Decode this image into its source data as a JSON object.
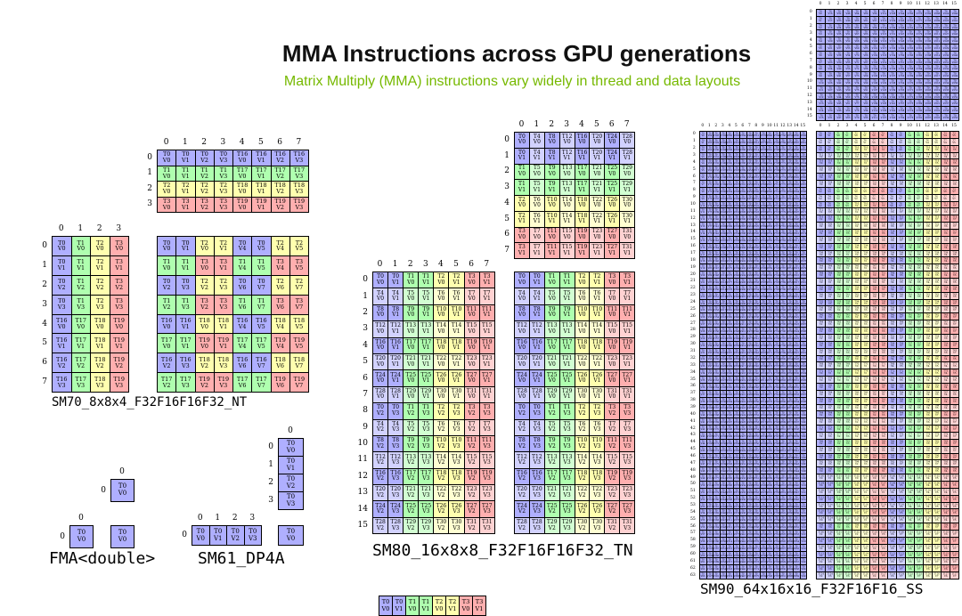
{
  "title": "MMA Instructions across GPU generations",
  "subtitle": "Matrix Multiply (MMA) instructions vary widely in thread and data layouts",
  "subtitle_color": "#76b900",
  "palette": [
    "#afafff",
    "#afffaf",
    "#ffffaf",
    "#ffafaf",
    "#d2d2ff",
    "#d2ffd2",
    "#ffffd2",
    "#ffd2d2"
  ],
  "diagrams": {
    "sm70": {
      "name": "SM70_8x8x4_F32F16F16F32_NT",
      "b": {
        "col_labels": [
          0,
          1,
          2,
          3,
          4,
          5,
          6,
          7
        ],
        "row_labels": [
          0,
          1,
          2,
          3
        ],
        "cells": [
          [
            "T0 V0",
            "T0 V1",
            "T0 V2",
            "T0 V3",
            "T16 V0",
            "T16 V1",
            "T16 V2",
            "T16 V3"
          ],
          [
            "T1 V0",
            "T1 V1",
            "T1 V2",
            "T1 V3",
            "T17 V0",
            "T17 V1",
            "T17 V2",
            "T17 V3"
          ],
          [
            "T2 V0",
            "T2 V1",
            "T2 V2",
            "T2 V3",
            "T18 V0",
            "T18 V1",
            "T18 V2",
            "T18 V3"
          ],
          [
            "T3 V0",
            "T3 V1",
            "T3 V2",
            "T3 V3",
            "T19 V0",
            "T19 V1",
            "T19 V2",
            "T19 V3"
          ]
        ]
      },
      "a": {
        "col_labels": [
          0,
          1,
          2,
          3
        ],
        "row_labels": [
          0,
          1,
          2,
          3,
          4,
          5,
          6,
          7
        ],
        "cells": [
          [
            "T0 V0",
            "T1 V0",
            "T2 V0",
            "T3 V0"
          ],
          [
            "T0 V1",
            "T1 V1",
            "T2 V1",
            "T3 V1"
          ],
          [
            "T0 V2",
            "T1 V2",
            "T2 V2",
            "T3 V2"
          ],
          [
            "T0 V3",
            "T1 V3",
            "T2 V3",
            "T3 V3"
          ],
          [
            "T16 V0",
            "T17 V0",
            "T18 V0",
            "T19 V0"
          ],
          [
            "T16 V1",
            "T17 V1",
            "T18 V1",
            "T19 V1"
          ],
          [
            "T16 V2",
            "T17 V2",
            "T18 V2",
            "T19 V2"
          ],
          [
            "T16 V3",
            "T17 V3",
            "T18 V3",
            "T19 V3"
          ]
        ]
      },
      "c": {
        "cells": [
          [
            "T0 V0",
            "T0 V1",
            "T2 V0",
            "T2 V1",
            "T0 V4",
            "T0 V5",
            "T2 V4",
            "T2 V5"
          ],
          [
            "T1 V0",
            "T1 V1",
            "T3 V0",
            "T3 V1",
            "T1 V4",
            "T1 V5",
            "T3 V4",
            "T3 V5"
          ],
          [
            "T0 V2",
            "T0 V3",
            "T2 V2",
            "T2 V3",
            "T0 V6",
            "T0 V7",
            "T2 V6",
            "T2 V7"
          ],
          [
            "T1 V2",
            "T1 V3",
            "T3 V2",
            "T3 V3",
            "T1 V6",
            "T1 V7",
            "T3 V6",
            "T3 V7"
          ],
          [
            "T16 V0",
            "T16 V1",
            "T18 V0",
            "T18 V1",
            "T16 V4",
            "T16 V5",
            "T18 V4",
            "T18 V5"
          ],
          [
            "T17 V0",
            "T17 V1",
            "T19 V0",
            "T19 V1",
            "T17 V4",
            "T17 V5",
            "T19 V4",
            "T19 V5"
          ],
          [
            "T16 V2",
            "T16 V3",
            "T18 V2",
            "T18 V3",
            "T16 V6",
            "T16 V7",
            "T18 V6",
            "T18 V7"
          ],
          [
            "T17 V2",
            "T17 V3",
            "T19 V2",
            "T19 V3",
            "T17 V6",
            "T17 V7",
            "T19 V6",
            "T19 V7"
          ]
        ]
      }
    },
    "fma": {
      "name": "FMA<double>",
      "b": {
        "col_labels": [
          0
        ],
        "row_labels": [
          0
        ],
        "cells": [
          [
            "T0 V0"
          ]
        ]
      },
      "a": {
        "col_labels": [
          0
        ],
        "row_labels": [
          0
        ],
        "cells": [
          [
            "T0 V0"
          ]
        ]
      },
      "c": {
        "cells": [
          [
            "T0 V0"
          ]
        ]
      }
    },
    "sm61": {
      "name": "SM61_DP4A",
      "b": {
        "col_labels": [
          0
        ],
        "row_labels": [
          0,
          1,
          2,
          3
        ],
        "cells": [
          [
            "T0 V0"
          ],
          [
            "T0 V1"
          ],
          [
            "T0 V2"
          ],
          [
            "T0 V3"
          ]
        ]
      },
      "a": {
        "col_labels": [
          0,
          1,
          2,
          3
        ],
        "row_labels": [
          0
        ],
        "cells": [
          [
            "T0 V0",
            "T0 V1",
            "T0 V2",
            "T0 V3"
          ]
        ]
      },
      "c": {
        "cells": [
          [
            "T0 V0"
          ]
        ]
      }
    },
    "sm80": {
      "name": "SM80_16x8x8_F32F16F16F32_TN",
      "b": {
        "col_labels": [
          0,
          1,
          2,
          3,
          4,
          5,
          6,
          7
        ],
        "row_labels": [
          0,
          1,
          2,
          3,
          4,
          5,
          6,
          7
        ],
        "cells": [
          [
            "T0 V0",
            "T4 V0",
            "T8 V0",
            "T12 V0",
            "T16 V0",
            "T20 V0",
            "T24 V0",
            "T28 V0"
          ],
          [
            "T0 V1",
            "T4 V1",
            "T8 V1",
            "T12 V1",
            "T16 V1",
            "T20 V1",
            "T24 V1",
            "T28 V1"
          ],
          [
            "T1 V0",
            "T5 V0",
            "T9 V0",
            "T13 V0",
            "T17 V0",
            "T21 V0",
            "T25 V0",
            "T29 V0"
          ],
          [
            "T1 V1",
            "T5 V1",
            "T9 V1",
            "T13 V1",
            "T17 V1",
            "T21 V1",
            "T25 V1",
            "T29 V1"
          ],
          [
            "T2 V0",
            "T6 V0",
            "T10 V0",
            "T14 V0",
            "T18 V0",
            "T22 V0",
            "T26 V0",
            "T30 V0"
          ],
          [
            "T2 V1",
            "T6 V1",
            "T10 V1",
            "T14 V1",
            "T18 V1",
            "T22 V1",
            "T26 V1",
            "T30 V1"
          ],
          [
            "T3 V0",
            "T7 V0",
            "T11 V0",
            "T15 V0",
            "T19 V0",
            "T23 V0",
            "T27 V0",
            "T31 V0"
          ],
          [
            "T3 V1",
            "T7 V1",
            "T11 V1",
            "T15 V1",
            "T19 V1",
            "T23 V1",
            "T27 V1",
            "T31 V1"
          ]
        ]
      },
      "a": {
        "col_labels": [
          0,
          1,
          2,
          3,
          4,
          5,
          6,
          7
        ],
        "row_labels": [
          0,
          1,
          2,
          3,
          4,
          5,
          6,
          7,
          8,
          9,
          10,
          11,
          12,
          13,
          14,
          15
        ],
        "cells": [
          [
            "T0 V0",
            "T0 V1",
            "T1 V0",
            "T1 V1",
            "T2 V0",
            "T2 V1",
            "T3 V0",
            "T3 V1"
          ],
          [
            "T4 V0",
            "T4 V1",
            "T5 V0",
            "T5 V1",
            "T6 V0",
            "T6 V1",
            "T7 V0",
            "T7 V1"
          ],
          [
            "T8 V0",
            "T8 V1",
            "T9 V0",
            "T9 V1",
            "T10 V0",
            "T10 V1",
            "T11 V0",
            "T11 V1"
          ],
          [
            "T12 V0",
            "T12 V1",
            "T13 V0",
            "T13 V1",
            "T14 V0",
            "T14 V1",
            "T15 V0",
            "T15 V1"
          ],
          [
            "T16 V0",
            "T16 V1",
            "T17 V0",
            "T17 V1",
            "T18 V0",
            "T18 V1",
            "T19 V0",
            "T19 V1"
          ],
          [
            "T20 V0",
            "T20 V1",
            "T21 V0",
            "T21 V1",
            "T22 V0",
            "T22 V1",
            "T23 V0",
            "T23 V1"
          ],
          [
            "T24 V0",
            "T24 V1",
            "T25 V0",
            "T25 V1",
            "T26 V0",
            "T26 V1",
            "T27 V0",
            "T27 V1"
          ],
          [
            "T28 V0",
            "T28 V1",
            "T29 V0",
            "T29 V1",
            "T30 V0",
            "T30 V1",
            "T31 V0",
            "T31 V1"
          ],
          [
            "T0 V2",
            "T0 V3",
            "T1 V2",
            "T1 V3",
            "T2 V2",
            "T2 V3",
            "T3 V2",
            "T3 V3"
          ],
          [
            "T4 V2",
            "T4 V3",
            "T5 V2",
            "T5 V3",
            "T6 V2",
            "T6 V3",
            "T7 V2",
            "T7 V3"
          ],
          [
            "T8 V2",
            "T8 V3",
            "T9 V2",
            "T9 V3",
            "T10 V2",
            "T10 V3",
            "T11 V2",
            "T11 V3"
          ],
          [
            "T12 V2",
            "T12 V3",
            "T13 V2",
            "T13 V3",
            "T14 V2",
            "T14 V3",
            "T15 V2",
            "T15 V3"
          ],
          [
            "T16 V2",
            "T16 V3",
            "T17 V2",
            "T17 V3",
            "T18 V2",
            "T18 V3",
            "T19 V2",
            "T19 V3"
          ],
          [
            "T20 V2",
            "T20 V3",
            "T21 V2",
            "T21 V3",
            "T22 V2",
            "T22 V3",
            "T23 V2",
            "T23 V3"
          ],
          [
            "T24 V2",
            "T24 V3",
            "T25 V2",
            "T25 V3",
            "T26 V2",
            "T26 V3",
            "T27 V2",
            "T27 V3"
          ],
          [
            "T28 V2",
            "T28 V3",
            "T29 V2",
            "T29 V3",
            "T30 V2",
            "T30 V3",
            "T31 V2",
            "T31 V3"
          ]
        ]
      },
      "c": {
        "cells": [
          [
            "T0 V0",
            "T0 V1",
            "T1 V0",
            "T1 V1",
            "T2 V0",
            "T2 V1",
            "T3 V0",
            "T3 V1"
          ],
          [
            "T4 V0",
            "T4 V1",
            "T5 V0",
            "T5 V1",
            "T6 V0",
            "T6 V1",
            "T7 V0",
            "T7 V1"
          ],
          [
            "T8 V0",
            "T8 V1",
            "T9 V0",
            "T9 V1",
            "T10 V0",
            "T10 V1",
            "T11 V0",
            "T11 V1"
          ],
          [
            "T12 V0",
            "T12 V1",
            "T13 V0",
            "T13 V1",
            "T14 V0",
            "T14 V1",
            "T15 V0",
            "T15 V1"
          ],
          [
            "T16 V0",
            "T16 V1",
            "T17 V0",
            "T17 V1",
            "T18 V0",
            "T18 V1",
            "T19 V0",
            "T19 V1"
          ],
          [
            "T20 V0",
            "T20 V1",
            "T21 V0",
            "T21 V1",
            "T22 V0",
            "T22 V1",
            "T23 V0",
            "T23 V1"
          ],
          [
            "T24 V0",
            "T24 V1",
            "T25 V0",
            "T25 V1",
            "T26 V0",
            "T26 V1",
            "T27 V0",
            "T27 V1"
          ],
          [
            "T28 V0",
            "T28 V1",
            "T29 V0",
            "T29 V1",
            "T30 V0",
            "T30 V1",
            "T31 V0",
            "T31 V1"
          ],
          [
            "T0 V2",
            "T0 V3",
            "T1 V2",
            "T1 V3",
            "T2 V2",
            "T2 V3",
            "T3 V2",
            "T3 V3"
          ],
          [
            "T4 V2",
            "T4 V3",
            "T5 V2",
            "T5 V3",
            "T6 V2",
            "T6 V3",
            "T7 V2",
            "T7 V3"
          ],
          [
            "T8 V2",
            "T8 V3",
            "T9 V2",
            "T9 V3",
            "T10 V2",
            "T10 V3",
            "T11 V2",
            "T11 V3"
          ],
          [
            "T12 V2",
            "T12 V3",
            "T13 V2",
            "T13 V3",
            "T14 V2",
            "T14 V3",
            "T15 V2",
            "T15 V3"
          ],
          [
            "T16 V2",
            "T16 V3",
            "T17 V2",
            "T17 V3",
            "T18 V2",
            "T18 V3",
            "T19 V2",
            "T19 V3"
          ],
          [
            "T20 V2",
            "T20 V3",
            "T21 V2",
            "T21 V3",
            "T22 V2",
            "T22 V3",
            "T23 V2",
            "T23 V3"
          ],
          [
            "T24 V2",
            "T24 V3",
            "T25 V2",
            "T25 V3",
            "T26 V2",
            "T26 V3",
            "T27 V2",
            "T27 V3"
          ],
          [
            "T28 V2",
            "T28 V3",
            "T29 V2",
            "T29 V3",
            "T30 V2",
            "T30 V3",
            "T31 V2",
            "T31 V3"
          ]
        ]
      }
    },
    "sm90": {
      "name": "SM90_64x16x16_F32F16F16_SS",
      "b": {
        "gen": "smem",
        "rows": 16,
        "cols": 16,
        "col_labels": [
          0,
          1,
          2,
          3,
          4,
          5,
          6,
          7,
          8,
          9,
          10,
          11,
          12,
          13,
          14,
          15
        ],
        "row_labels": [
          0,
          1,
          2,
          3,
          4,
          5,
          6,
          7,
          8,
          9,
          10,
          11,
          12,
          13,
          14,
          15
        ]
      },
      "a": {
        "gen": "smem",
        "rows": 64,
        "cols": 16,
        "col_labels": [
          0,
          1,
          2,
          3,
          4,
          5,
          6,
          7,
          8,
          9,
          10,
          11,
          12,
          13,
          14,
          15
        ],
        "row_labels": [
          0,
          1,
          2,
          3,
          4,
          5,
          6,
          7,
          8,
          9,
          10,
          11,
          12,
          13,
          14,
          15,
          16,
          17,
          18,
          19,
          20,
          21,
          22,
          23,
          24,
          25,
          26,
          27,
          28,
          29,
          30,
          31,
          32,
          33,
          34,
          35,
          36,
          37,
          38,
          39,
          40,
          41,
          42,
          43,
          44,
          45,
          46,
          47,
          48,
          49,
          50,
          51,
          52,
          53,
          54,
          55,
          56,
          57,
          58,
          59,
          60,
          61,
          62,
          63
        ]
      },
      "c": {
        "gen": "wgmma_c",
        "rows": 64,
        "cols": 16,
        "col_labels": [
          0,
          1,
          2,
          3,
          4,
          5,
          6,
          7,
          8,
          9,
          10,
          11,
          12,
          13,
          14,
          15
        ]
      }
    },
    "cutoff": {
      "c": {
        "cells": [
          [
            "T0 V0",
            "T0 V1",
            "T1 V0",
            "T1 V1",
            "T2 V0",
            "T2 V1",
            "T3 V0",
            "T3 V1"
          ]
        ]
      }
    }
  }
}
